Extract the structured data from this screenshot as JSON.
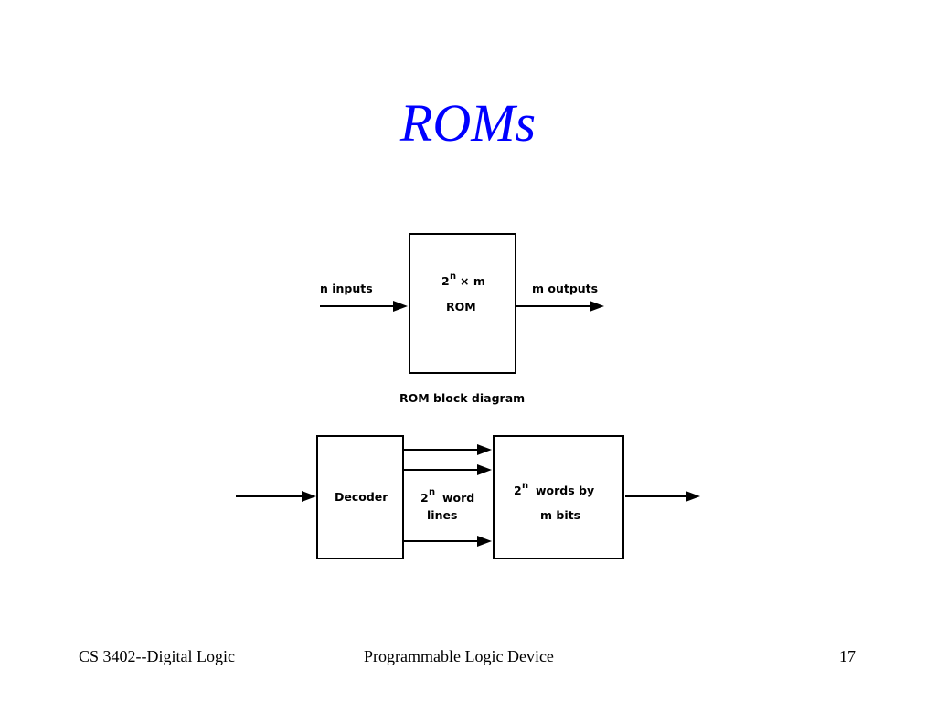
{
  "slide": {
    "title": "ROMs",
    "title_color": "#0000ff",
    "footer": {
      "course": "CS 3402--Digital Logic",
      "topic": "Programmable Logic Device",
      "page_number": "17"
    }
  },
  "rom_diagram": {
    "input_label": "n inputs",
    "output_label": "m outputs",
    "box_line1_base": "2",
    "box_line1_exp": "n",
    "box_line1_rest": "× m",
    "box_line2": "ROM",
    "caption": "ROM block diagram"
  },
  "decoder_diagram": {
    "decoder_label": "Decoder",
    "word_lines_base": "2",
    "word_lines_exp": "n",
    "word_lines_rest": "word",
    "word_lines_line2": "lines",
    "memory_line1_base": "2",
    "memory_line1_exp": "n",
    "memory_line1_rest": "words  by",
    "memory_line2": "m bits"
  }
}
